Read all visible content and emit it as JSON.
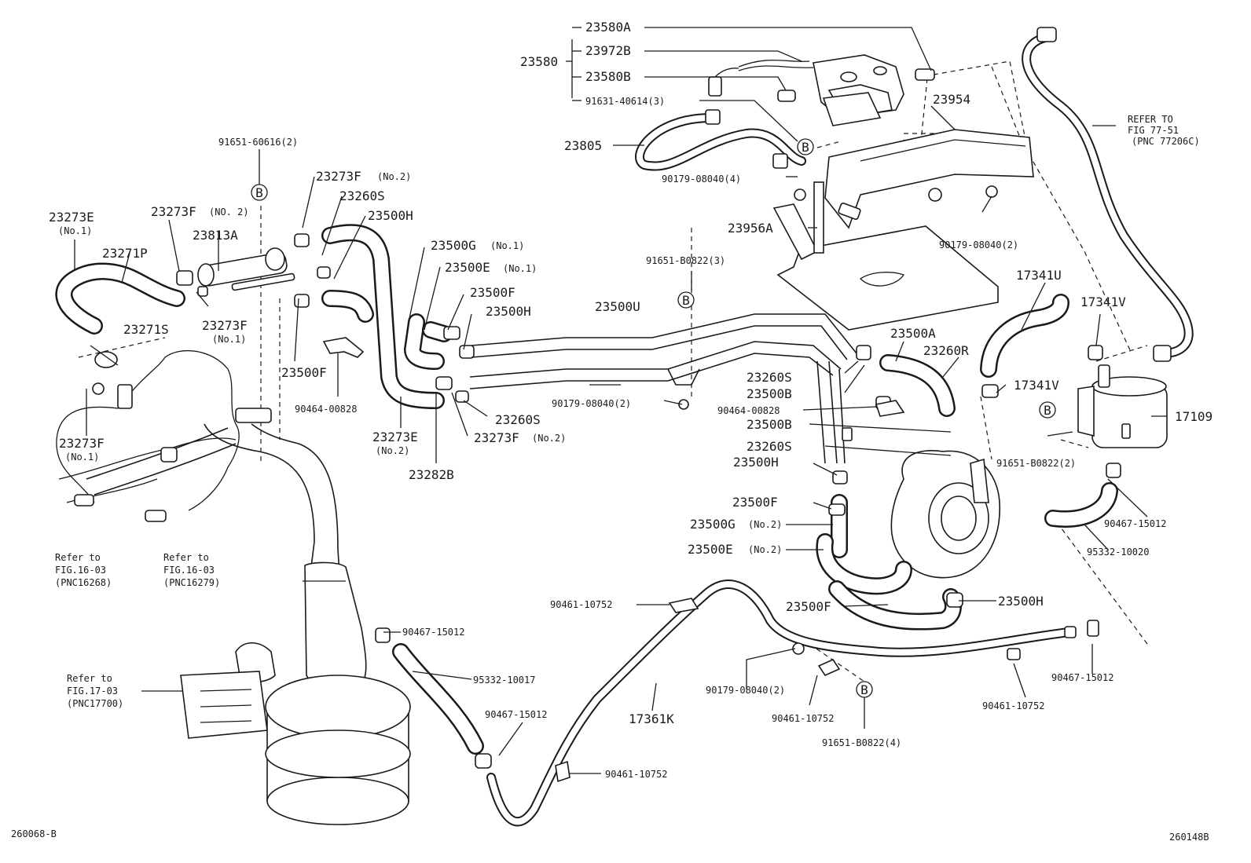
{
  "ref_ids": {
    "left": "260068-B",
    "right": "260148B"
  },
  "marker": "B",
  "labels": {
    "p23580A": "23580A",
    "p23972B": "23972B",
    "p23580": "23580",
    "p23580B": "23580B",
    "p91631": "91631-40614(3)",
    "p23954": "23954",
    "p23805": "23805",
    "refer_77_1": "REFER TO",
    "refer_77_2": "FIG 77-51",
    "refer_77_3": "(PNC 77206C)",
    "p91651_60616": "91651-60616(2)",
    "p23273F_no2_a": "23273F",
    "p23273F_no2_a_sub": "(No.2)",
    "p23260S_a": "23260S",
    "p23273E_no1": "23273E",
    "p23273E_no1_sub": "(No.1)",
    "p23273F_no2_b": "23273F",
    "p23273F_no2_b_sub": "(NO. 2)",
    "p23500H_a": "23500H",
    "p23813A": "23813A",
    "p23271P": "23271P",
    "p23500G_no1": "23500G",
    "p23500G_no1_sub": "(No.1)",
    "p23500E_no1": "23500E",
    "p23500E_no1_sub": "(No.1)",
    "p23273F_no1_a": "23273F",
    "p23273F_no1_a_sub": "(No.1)",
    "p23500F_a": "23500F",
    "p23500H_b": "23500H",
    "p23271S": "23271S",
    "p23500U": "23500U",
    "p91651_b0822_3": "91651-B0822(3)",
    "p90179_4": "90179-08040(4)",
    "p23956A": "23956A",
    "p90179_2a": "90179-08040(2)",
    "p17341U": "17341U",
    "p17341V_a": "17341V",
    "p23500A": "23500A",
    "p23260R": "23260R",
    "p23500F_b": "23500F",
    "p23260S_b": "23260S",
    "p23500B_a": "23500B",
    "p17341V_b": "17341V",
    "p90464_a": "90464-00828",
    "p23273E_no2": "23273E",
    "p23273E_no2_sub": "(No.2)",
    "p23260S_c": "23260S",
    "p23273F_no2_c": "23273F",
    "p23273F_no2_c_sub": "(No.2)",
    "p90179_2b": "90179-08040(2)",
    "p90464_b": "90464-00828",
    "p17109": "17109",
    "p23500B_b": "23500B",
    "p23273F_no1_b": "23273F",
    "p23273F_no1_b_sub": "(No.1)",
    "p23282B": "23282B",
    "p23260S_d": "23260S",
    "p91651_b0822_2": "91651-B0822(2)",
    "p23500H_c": "23500H",
    "p23500F_c": "23500F",
    "p23500G_no2": "23500G",
    "p23500G_no2_sub": "(No.2)",
    "p90467_15012_a": "90467-15012",
    "p23500E_no2": "23500E",
    "p23500E_no2_sub": "(No.2)",
    "p95332_10020": "95332-10020",
    "refer_16_a1": "Refer to",
    "refer_16_a2": "FIG.16-03",
    "refer_16_a3": "(PNC16268)",
    "refer_16_b1": "Refer to",
    "refer_16_b2": "FIG.16-03",
    "refer_16_b3": "(PNC16279)",
    "p90461_a": "90461-10752",
    "p23500F_d": "23500F",
    "p23500H_d": "23500H",
    "p90467_15012_b": "90467-15012",
    "refer_17_1": "Refer to",
    "refer_17_2": "FIG.17-03",
    "refer_17_3": "(PNC17700)",
    "p95332_10017": "95332-10017",
    "p90179_2c": "90179-08040(2)",
    "p90467_15012_c": "90467-15012",
    "p90461_b": "90461-10752",
    "p90461_c": "90461-10752",
    "p90467_15012_d": "90467-15012",
    "p17361K": "17361K",
    "p91651_b0822_4": "91651-B0822(4)",
    "p90461_d": "90461-10752"
  }
}
